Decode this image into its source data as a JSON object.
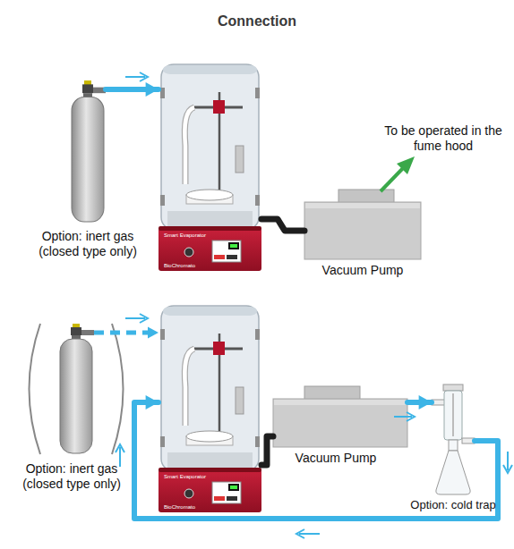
{
  "diagram": {
    "title": "Connection",
    "nodes": [
      {
        "text": [
          "Option: inert gas (closed type only)"
        ]
      },
      {
        "text": [
          "Smart Evaporator",
          "BioChromato"
        ]
      },
      {
        "text": [
          "Vacuum Pump"
        ]
      },
      {
        "text": [
          "Option: inert gas (closed type only)"
        ]
      },
      {
        "text": [
          "Smart Evaporator",
          "BioChromato"
        ]
      },
      {
        "text": [
          "Vacuum Pump"
        ]
      },
      {
        "text": [
          "Option: cold trap"
        ]
      }
    ],
    "edges": [
      {
        "from": 0,
        "to": 1,
        "arrow": "to"
      },
      {
        "from": 1,
        "to": 2,
        "arrow": "none"
      },
      {
        "from": 3,
        "to": 4,
        "arrow": "to"
      },
      {
        "from": 4,
        "to": 5,
        "arrow": "none"
      },
      {
        "from": 5,
        "to": 6,
        "arrow": "to"
      },
      {
        "from": 6,
        "to": 4,
        "arrow": "to"
      }
    ],
    "labels": [
      "To be operated in the fume hood"
    ]
  }
}
